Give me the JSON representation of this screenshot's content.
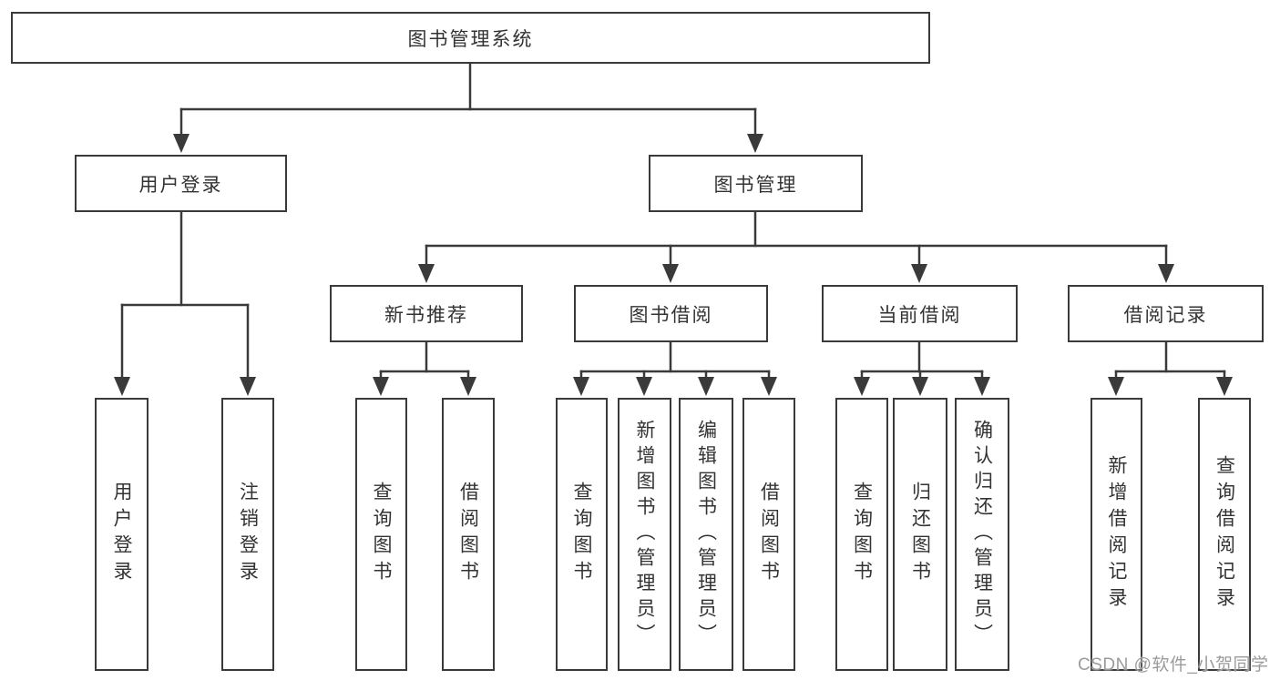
{
  "diagram_title": "图书管理系统",
  "nodes": {
    "root": "图书管理系统",
    "user_login": "用户登录",
    "book_mgmt": "图书管理",
    "new_book_rec": "新书推荐",
    "book_borrow": "图书借阅",
    "current_borrow": "当前借阅",
    "borrow_record": "借阅记录",
    "leaf_user_login": "用户登录",
    "leaf_logout": "注销登录",
    "leaf_nbr_query_book": "查询图书",
    "leaf_nbr_borrow_book": "借阅图书",
    "leaf_bb_query_book": "查询图书",
    "leaf_bb_add_book": "新增图书（管理员）",
    "leaf_bb_edit_book": "编辑图书（管理员）",
    "leaf_bb_borrow_book": "借阅图书",
    "leaf_cb_query_book": "查询图书",
    "leaf_cb_return_book": "归还图书",
    "leaf_cb_confirm_return": "确认归还（管理员）",
    "leaf_br_add_record": "新增借阅记录",
    "leaf_br_query_record": "查询借阅记录"
  },
  "hierarchy": {
    "图书管理系统": [
      "用户登录",
      "图书管理"
    ],
    "用户登录": [
      "用户登录",
      "注销登录"
    ],
    "图书管理": [
      "新书推荐",
      "图书借阅",
      "当前借阅",
      "借阅记录"
    ],
    "新书推荐": [
      "查询图书",
      "借阅图书"
    ],
    "图书借阅": [
      "查询图书",
      "新增图书（管理员）",
      "编辑图书（管理员）",
      "借阅图书"
    ],
    "当前借阅": [
      "查询图书",
      "归还图书",
      "确认归还（管理员）"
    ],
    "借阅记录": [
      "新增借阅记录",
      "查询借阅记录"
    ]
  },
  "watermark": "CSDN @软件_小贺同学",
  "colors": {
    "line": "#3a3a3a",
    "text": "#333333",
    "background": "#ffffff",
    "watermark_gray": "#9b9b9b"
  }
}
